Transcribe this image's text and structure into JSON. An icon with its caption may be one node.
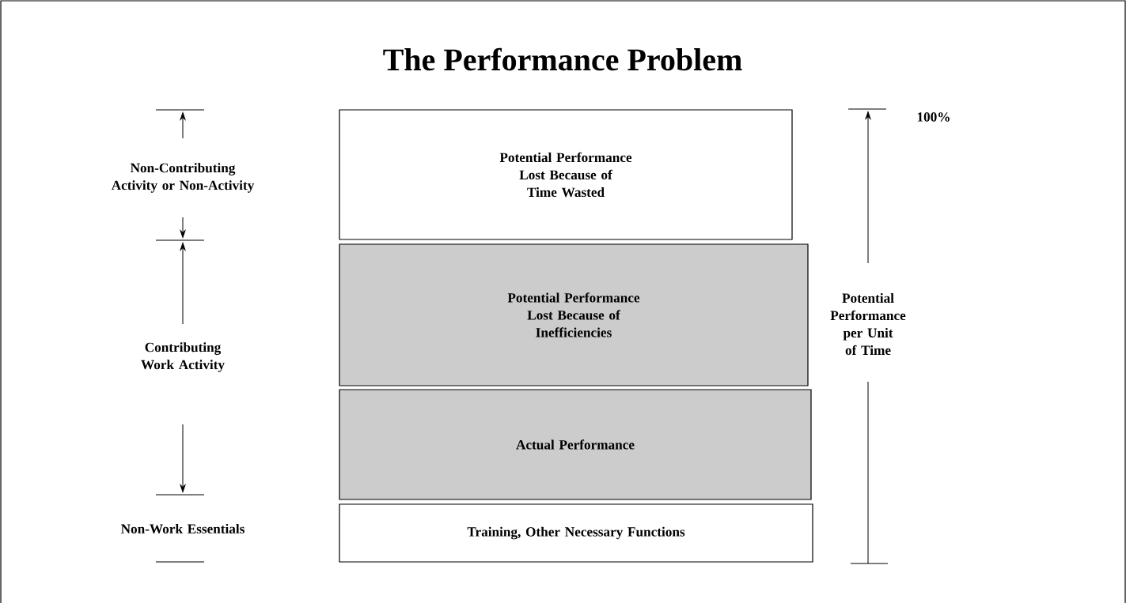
{
  "diagram": {
    "title": "The Performance Problem",
    "nodes": [
      {
        "text": [
          "Potential Performance Lost Because of Time Wasted"
        ]
      },
      {
        "text": [
          "Potential Performance Lost Because of Inefficiencies"
        ]
      },
      {
        "text": [
          "Actual Performance"
        ]
      },
      {
        "text": [
          "Training, Other Necessary Functions"
        ]
      }
    ],
    "edges": [],
    "labels": [
      "Non-Contributing Activity or Non-Activity",
      "100%",
      "Potential Performance per Unit of Time",
      "Contributing Work Activity",
      "Non-Work Essentials"
    ]
  }
}
